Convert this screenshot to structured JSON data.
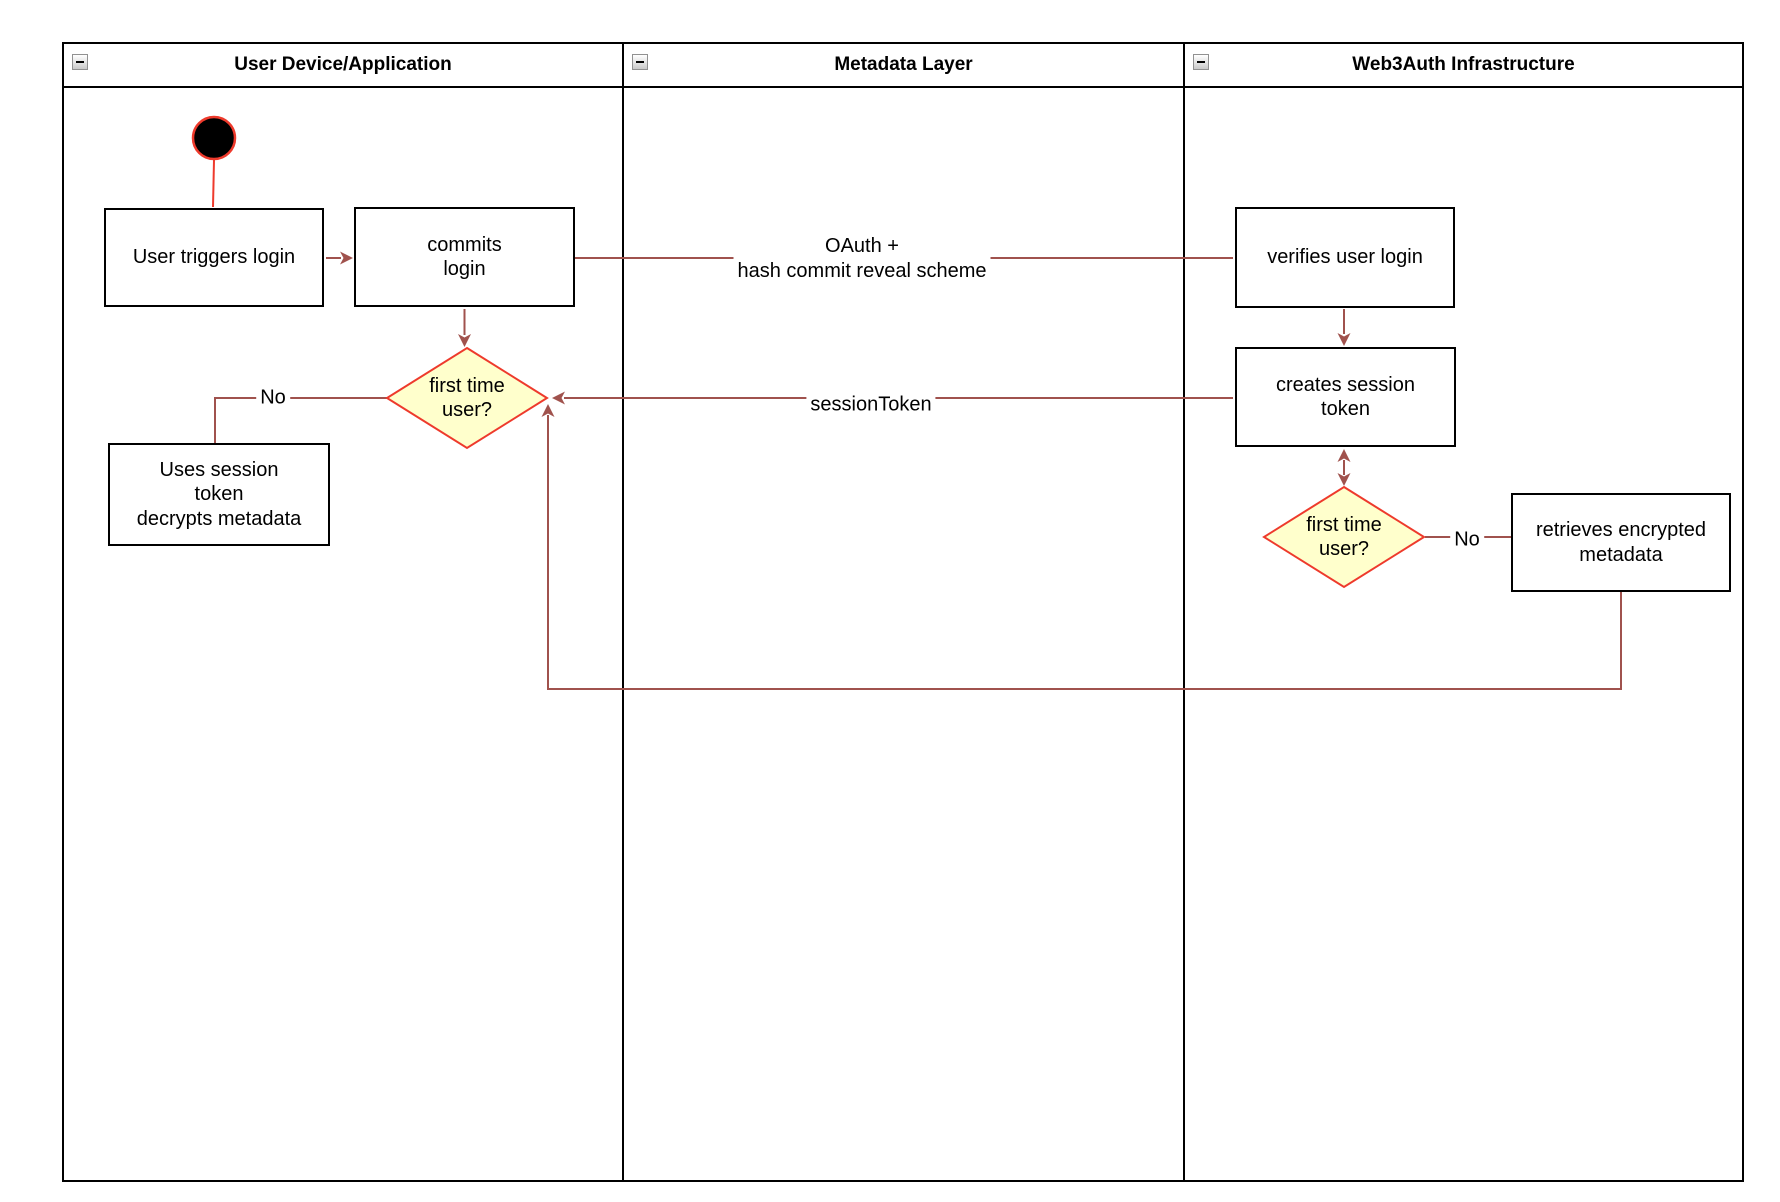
{
  "colors": {
    "flow_line": "#a0524d",
    "accent_red": "#ee3a2c",
    "node_border": "#000000",
    "node_fill": "#ffffff",
    "decision_fill": "#ffffcc",
    "lane_border": "#000000"
  },
  "lanes": [
    {
      "label": "User Device/Application"
    },
    {
      "label": "Metadata Layer"
    },
    {
      "label": "Web3Auth Infrastructure"
    }
  ],
  "nodes": {
    "user_triggers_login": {
      "label": "User triggers login"
    },
    "commits_login": {
      "label": "commits\nlogin"
    },
    "first_time_user_device": {
      "label": "first time\nuser?"
    },
    "uses_session_token": {
      "label": "Uses session\ntoken\ndecrypts metadata"
    },
    "verifies_user_login": {
      "label": "verifies user login"
    },
    "creates_session_token": {
      "label": "creates session\ntoken"
    },
    "first_time_user_infra": {
      "label": "first time\nuser?"
    },
    "retrieves_encrypted_metadata": {
      "label": "retrieves encrypted\nmetadata"
    }
  },
  "edge_labels": {
    "oauth": "OAuth +\nhash commit reveal scheme",
    "session_token": "sessionToken",
    "no_device": "No",
    "no_infra": "No"
  }
}
